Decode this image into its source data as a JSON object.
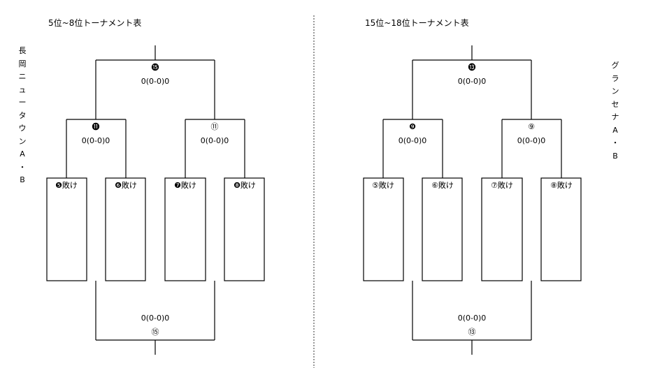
{
  "left": {
    "title": "5位~8位トーナメント表",
    "side_label": [
      "長",
      "岡",
      "ニ",
      "ュ",
      "ー",
      "タ",
      "ウ",
      "ン",
      "A",
      "・",
      "B"
    ],
    "final_top": {
      "num": "⓯",
      "score": "0(0-0)0"
    },
    "semi_left": {
      "num": "⓫",
      "score": "0(0-0)0"
    },
    "semi_right": {
      "num": "⑪",
      "score": "0(0-0)0"
    },
    "slots": [
      "❺敗け",
      "❻敗け",
      "❼敗け",
      "❽敗け"
    ],
    "final_bottom": {
      "score": "0(0-0)0",
      "num": "⑮"
    }
  },
  "right": {
    "title": "15位~18位トーナメント表",
    "side_label": [
      "グ",
      "ラ",
      "ン",
      "セ",
      "ナ",
      "A",
      "・",
      "B"
    ],
    "final_top": {
      "num": "⓭",
      "score": "0(0-0)0"
    },
    "semi_left": {
      "num": "❾",
      "score": "0(0-0)0"
    },
    "semi_right": {
      "num": "⑨",
      "score": "0(0-0)0"
    },
    "slots": [
      "⑤敗け",
      "⑥敗け",
      "⑦敗け",
      "⑧敗け"
    ],
    "final_bottom": {
      "score": "0(0-0)0",
      "num": "⑬"
    }
  }
}
